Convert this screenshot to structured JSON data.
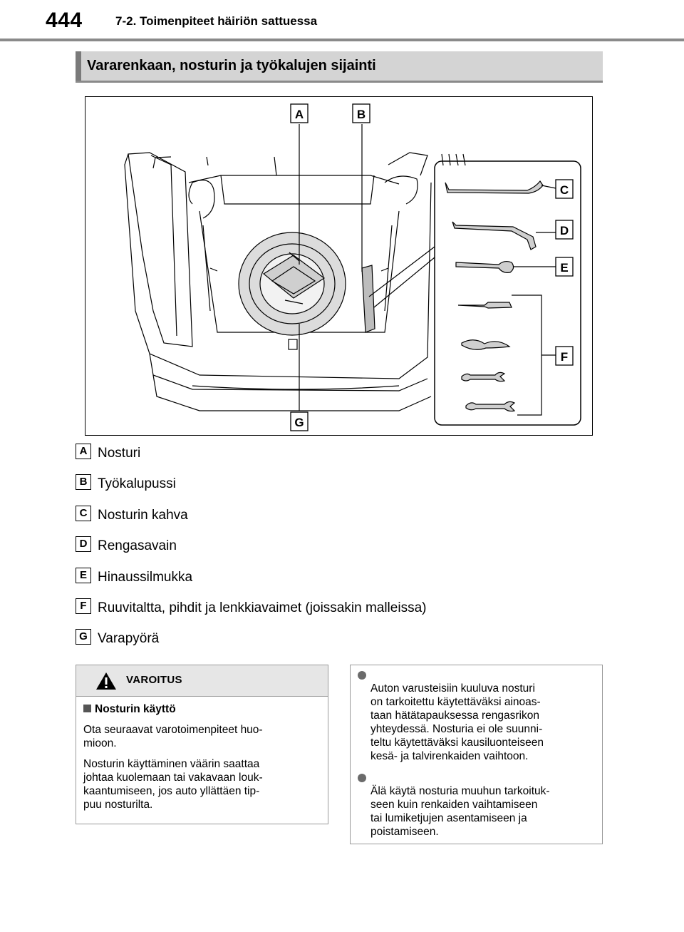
{
  "header": {
    "page_number": "444",
    "chapter": "7-2. Toimenpiteet häiriön sattuessa"
  },
  "section": {
    "title": "Vararenkaan, nosturin ja työkalujen sijainti"
  },
  "figure": {
    "callouts": {
      "A": "A",
      "B": "B",
      "C": "C",
      "D": "D",
      "E": "E",
      "F": "F",
      "G": "G"
    }
  },
  "legend": [
    {
      "key": "A",
      "text": "Nosturi"
    },
    {
      "key": "B",
      "text": "Työkalupussi"
    },
    {
      "key": "C",
      "text": "Nosturin kahva"
    },
    {
      "key": "D",
      "text": "Rengasavain"
    },
    {
      "key": "E",
      "text": "Hinaussilmukka"
    },
    {
      "key": "F",
      "text": "Ruuvitaltta, pihdit ja lenkkiavaimet (joissakin malleissa)"
    },
    {
      "key": "G",
      "text": "Varapyörä"
    }
  ],
  "warning": {
    "label": "VAROITUS",
    "subheading": "Nosturin käyttö",
    "paragraphs": [
      "Ota seuraavat varotoimenpiteet huo-\nmioon.",
      "Nosturin käyttäminen väärin saattaa\njohtaa kuolemaan tai vakavaan louk-\nkaantumiseen, jos auto yllättäen tip-\npuu nosturilta."
    ]
  },
  "notes": [
    "Auton varusteisiin kuuluva nosturi\non tarkoitettu käytettäväksi ainoas-\ntaan hätätapauksessa rengasrikon\nyhteydessä. Nosturia ei ole suunni-\nteltu käytettäväksi kausiluonteiseen\nkesä- ja talvirenkaiden vaihtoon.",
    "Älä käytä nosturia muuhun tarkoituk-\nseen kuin renkaiden vaihtamiseen\ntai lumiketjujen asentamiseen ja\npoistamiseen."
  ]
}
